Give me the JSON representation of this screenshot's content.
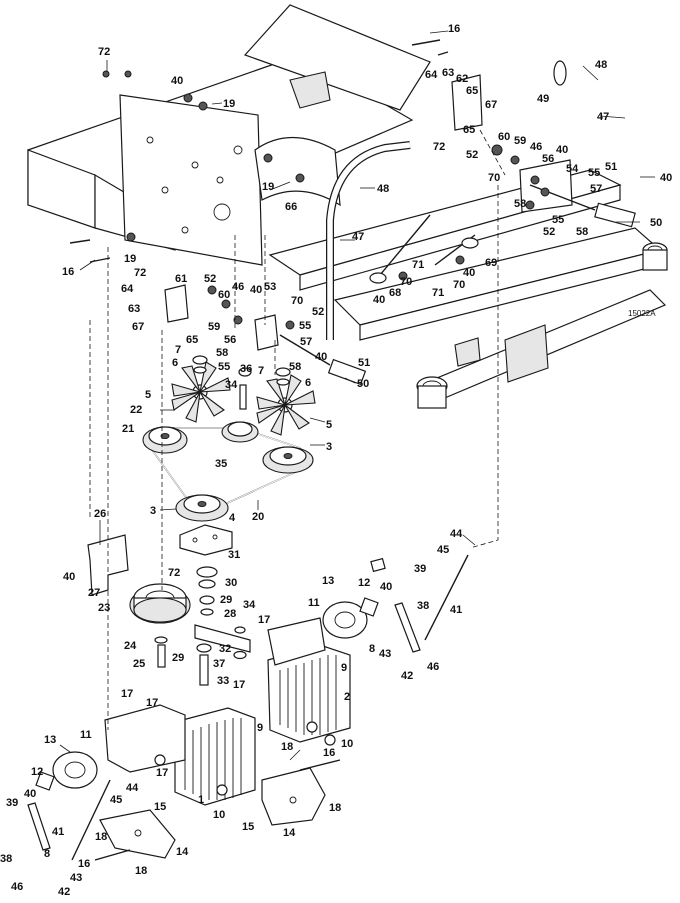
{
  "drawing_number": "15022A",
  "callouts": [
    {
      "id": "c16a",
      "label": "16"
    },
    {
      "id": "c72a",
      "label": "72"
    },
    {
      "id": "c40a",
      "label": "40"
    },
    {
      "id": "c19a",
      "label": "19"
    },
    {
      "id": "c48a",
      "label": "48"
    },
    {
      "id": "c49",
      "label": "49"
    },
    {
      "id": "c47a",
      "label": "47"
    },
    {
      "id": "c64a",
      "label": "64"
    },
    {
      "id": "c63a",
      "label": "63"
    },
    {
      "id": "c62",
      "label": "62"
    },
    {
      "id": "c65a",
      "label": "65"
    },
    {
      "id": "c67a",
      "label": "67"
    },
    {
      "id": "c65b",
      "label": "65"
    },
    {
      "id": "c72b",
      "label": "72"
    },
    {
      "id": "c52a",
      "label": "52"
    },
    {
      "id": "c60a",
      "label": "60"
    },
    {
      "id": "c59a",
      "label": "59"
    },
    {
      "id": "c46a",
      "label": "46"
    },
    {
      "id": "c40b",
      "label": "40"
    },
    {
      "id": "c56a",
      "label": "56"
    },
    {
      "id": "c54",
      "label": "54"
    },
    {
      "id": "c55a",
      "label": "55"
    },
    {
      "id": "c51a",
      "label": "51"
    },
    {
      "id": "c40c",
      "label": "40"
    },
    {
      "id": "c70a",
      "label": "70"
    },
    {
      "id": "c57a",
      "label": "57"
    },
    {
      "id": "c58a",
      "label": "58"
    },
    {
      "id": "c55b",
      "label": "55"
    },
    {
      "id": "c52b",
      "label": "52"
    },
    {
      "id": "c58b",
      "label": "58"
    },
    {
      "id": "c50a",
      "label": "50"
    },
    {
      "id": "c19b",
      "label": "19"
    },
    {
      "id": "c48b",
      "label": "48"
    },
    {
      "id": "c66",
      "label": "66"
    },
    {
      "id": "c47b",
      "label": "47"
    },
    {
      "id": "c16b",
      "label": "16"
    },
    {
      "id": "c19c",
      "label": "19"
    },
    {
      "id": "c72c",
      "label": "72"
    },
    {
      "id": "c61",
      "label": "61"
    },
    {
      "id": "c64b",
      "label": "64"
    },
    {
      "id": "c63b",
      "label": "63"
    },
    {
      "id": "c67b",
      "label": "67"
    },
    {
      "id": "c65c",
      "label": "65"
    },
    {
      "id": "c52c",
      "label": "52"
    },
    {
      "id": "c60b",
      "label": "60"
    },
    {
      "id": "c46b",
      "label": "46"
    },
    {
      "id": "c40d",
      "label": "40"
    },
    {
      "id": "c53",
      "label": "53"
    },
    {
      "id": "c70b",
      "label": "70"
    },
    {
      "id": "c59b",
      "label": "59"
    },
    {
      "id": "c56b",
      "label": "56"
    },
    {
      "id": "c52d",
      "label": "52"
    },
    {
      "id": "c55c",
      "label": "55"
    },
    {
      "id": "c57b",
      "label": "57"
    },
    {
      "id": "c58c",
      "label": "58"
    },
    {
      "id": "c40e",
      "label": "40"
    },
    {
      "id": "c51b",
      "label": "51"
    },
    {
      "id": "c55d",
      "label": "55"
    },
    {
      "id": "c58d",
      "label": "58"
    },
    {
      "id": "c50b",
      "label": "50"
    },
    {
      "id": "c71a",
      "label": "71"
    },
    {
      "id": "c70c",
      "label": "70"
    },
    {
      "id": "c40f",
      "label": "40"
    },
    {
      "id": "c69",
      "label": "69"
    },
    {
      "id": "c68",
      "label": "68"
    },
    {
      "id": "c40g",
      "label": "40"
    },
    {
      "id": "c71b",
      "label": "71"
    },
    {
      "id": "c70d",
      "label": "70"
    },
    {
      "id": "c7a",
      "label": "7"
    },
    {
      "id": "c6a",
      "label": "6"
    },
    {
      "id": "c36",
      "label": "36"
    },
    {
      "id": "c7b",
      "label": "7"
    },
    {
      "id": "c6b",
      "label": "6"
    },
    {
      "id": "c5a",
      "label": "5"
    },
    {
      "id": "c34a",
      "label": "34"
    },
    {
      "id": "c5b",
      "label": "5"
    },
    {
      "id": "c22",
      "label": "22"
    },
    {
      "id": "c21",
      "label": "21"
    },
    {
      "id": "c35",
      "label": "35"
    },
    {
      "id": "c3a",
      "label": "3"
    },
    {
      "id": "c3b",
      "label": "3"
    },
    {
      "id": "c20",
      "label": "20"
    },
    {
      "id": "c4",
      "label": "4"
    },
    {
      "id": "c26",
      "label": "26"
    },
    {
      "id": "c31",
      "label": "31"
    },
    {
      "id": "c40h",
      "label": "40"
    },
    {
      "id": "c72d",
      "label": "72"
    },
    {
      "id": "c30",
      "label": "30"
    },
    {
      "id": "c27",
      "label": "27"
    },
    {
      "id": "c23",
      "label": "23"
    },
    {
      "id": "c29a",
      "label": "29"
    },
    {
      "id": "c34b",
      "label": "34"
    },
    {
      "id": "c28",
      "label": "28"
    },
    {
      "id": "c24",
      "label": "24"
    },
    {
      "id": "c29b",
      "label": "29"
    },
    {
      "id": "c32",
      "label": "32"
    },
    {
      "id": "c25",
      "label": "25"
    },
    {
      "id": "c37",
      "label": "37"
    },
    {
      "id": "c33",
      "label": "33"
    },
    {
      "id": "c44a",
      "label": "44"
    },
    {
      "id": "c45a",
      "label": "45"
    },
    {
      "id": "c13a",
      "label": "13"
    },
    {
      "id": "c12a",
      "label": "12"
    },
    {
      "id": "c40i",
      "label": "40"
    },
    {
      "id": "c39a",
      "label": "39"
    },
    {
      "id": "c38a",
      "label": "38"
    },
    {
      "id": "c41a",
      "label": "41"
    },
    {
      "id": "c11a",
      "label": "11"
    },
    {
      "id": "c17a",
      "label": "17"
    },
    {
      "id": "c8a",
      "label": "8"
    },
    {
      "id": "c43a",
      "label": "43"
    },
    {
      "id": "c42a",
      "label": "42"
    },
    {
      "id": "c46c",
      "label": "46"
    },
    {
      "id": "c9a",
      "label": "9"
    },
    {
      "id": "c2",
      "label": "2"
    },
    {
      "id": "c17b",
      "label": "17"
    },
    {
      "id": "c10a",
      "label": "10"
    },
    {
      "id": "c17c",
      "label": "17"
    },
    {
      "id": "c17d",
      "label": "17"
    },
    {
      "id": "c9b",
      "label": "9"
    },
    {
      "id": "c18a",
      "label": "18"
    },
    {
      "id": "c16c",
      "label": "16"
    },
    {
      "id": "c13b",
      "label": "13"
    },
    {
      "id": "c11b",
      "label": "11"
    },
    {
      "id": "c17e",
      "label": "17"
    },
    {
      "id": "c12b",
      "label": "12"
    },
    {
      "id": "c40j",
      "label": "40"
    },
    {
      "id": "c45b",
      "label": "45"
    },
    {
      "id": "c44b",
      "label": "44"
    },
    {
      "id": "c1",
      "label": "1"
    },
    {
      "id": "c10b",
      "label": "10"
    },
    {
      "id": "c18b",
      "label": "18"
    },
    {
      "id": "c39b",
      "label": "39"
    },
    {
      "id": "c15a",
      "label": "15"
    },
    {
      "id": "c15b",
      "label": "15"
    },
    {
      "id": "c14a",
      "label": "14"
    },
    {
      "id": "c41b",
      "label": "41"
    },
    {
      "id": "c18c",
      "label": "18"
    },
    {
      "id": "c8b",
      "label": "8"
    },
    {
      "id": "c38b",
      "label": "38"
    },
    {
      "id": "c16d",
      "label": "16"
    },
    {
      "id": "c14b",
      "label": "14"
    },
    {
      "id": "c43b",
      "label": "43"
    },
    {
      "id": "c18d",
      "label": "18"
    },
    {
      "id": "c46d",
      "label": "46"
    },
    {
      "id": "c42b",
      "label": "42"
    }
  ]
}
